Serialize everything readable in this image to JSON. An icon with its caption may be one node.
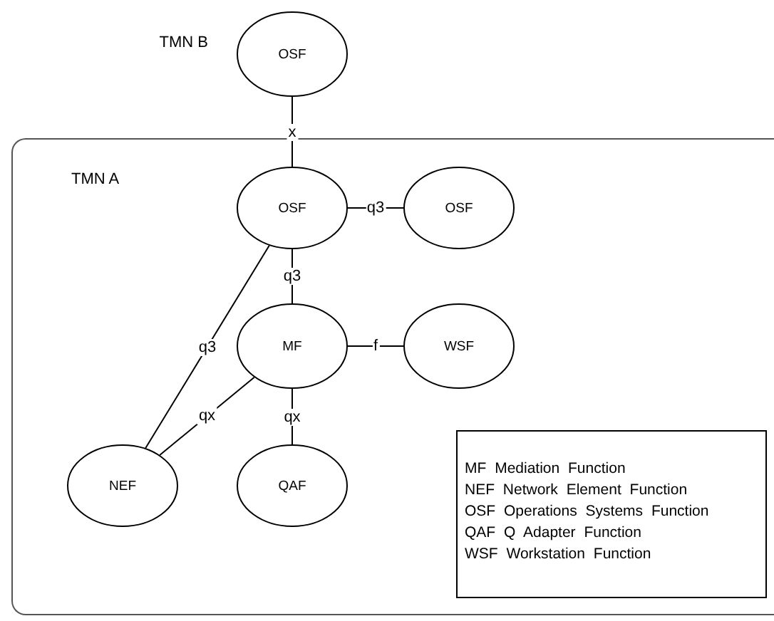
{
  "diagram": {
    "nodes": [
      {
        "text": [
          "OSF"
        ],
        "beside": [
          "TMN B"
        ]
      },
      {
        "text": [
          "TMN A"
        ]
      },
      {
        "text": [
          "OSF"
        ],
        "in": 1
      },
      {
        "text": [
          "OSF"
        ],
        "in": 1
      },
      {
        "text": [
          "MF"
        ],
        "in": 1
      },
      {
        "text": [
          "WSF"
        ],
        "in": 1
      },
      {
        "text": [
          "NEF"
        ],
        "in": 1
      },
      {
        "text": [
          "QAF"
        ],
        "in": 1
      },
      {
        "text": [
          "MF Mediation Function",
          "NEF Network Element Function",
          "OSF Operations Systems Function",
          "QAF Q Adapter Function",
          "WSF Workstation Function"
        ],
        "in": 1
      }
    ],
    "edges": [
      {
        "from": 0,
        "to": 2,
        "arrow": "none",
        "label": "x"
      },
      {
        "from": 2,
        "to": 3,
        "arrow": "none",
        "label": "q3"
      },
      {
        "from": 2,
        "to": 4,
        "arrow": "none",
        "label": "q3"
      },
      {
        "from": 4,
        "to": 5,
        "arrow": "none",
        "label": "f"
      },
      {
        "from": 4,
        "to": 6,
        "arrow": "none",
        "label": "qx"
      },
      {
        "from": 4,
        "to": 7,
        "arrow": "none",
        "label": "qx"
      },
      {
        "from": 2,
        "to": 6,
        "arrow": "none",
        "label": "q3"
      }
    ]
  }
}
